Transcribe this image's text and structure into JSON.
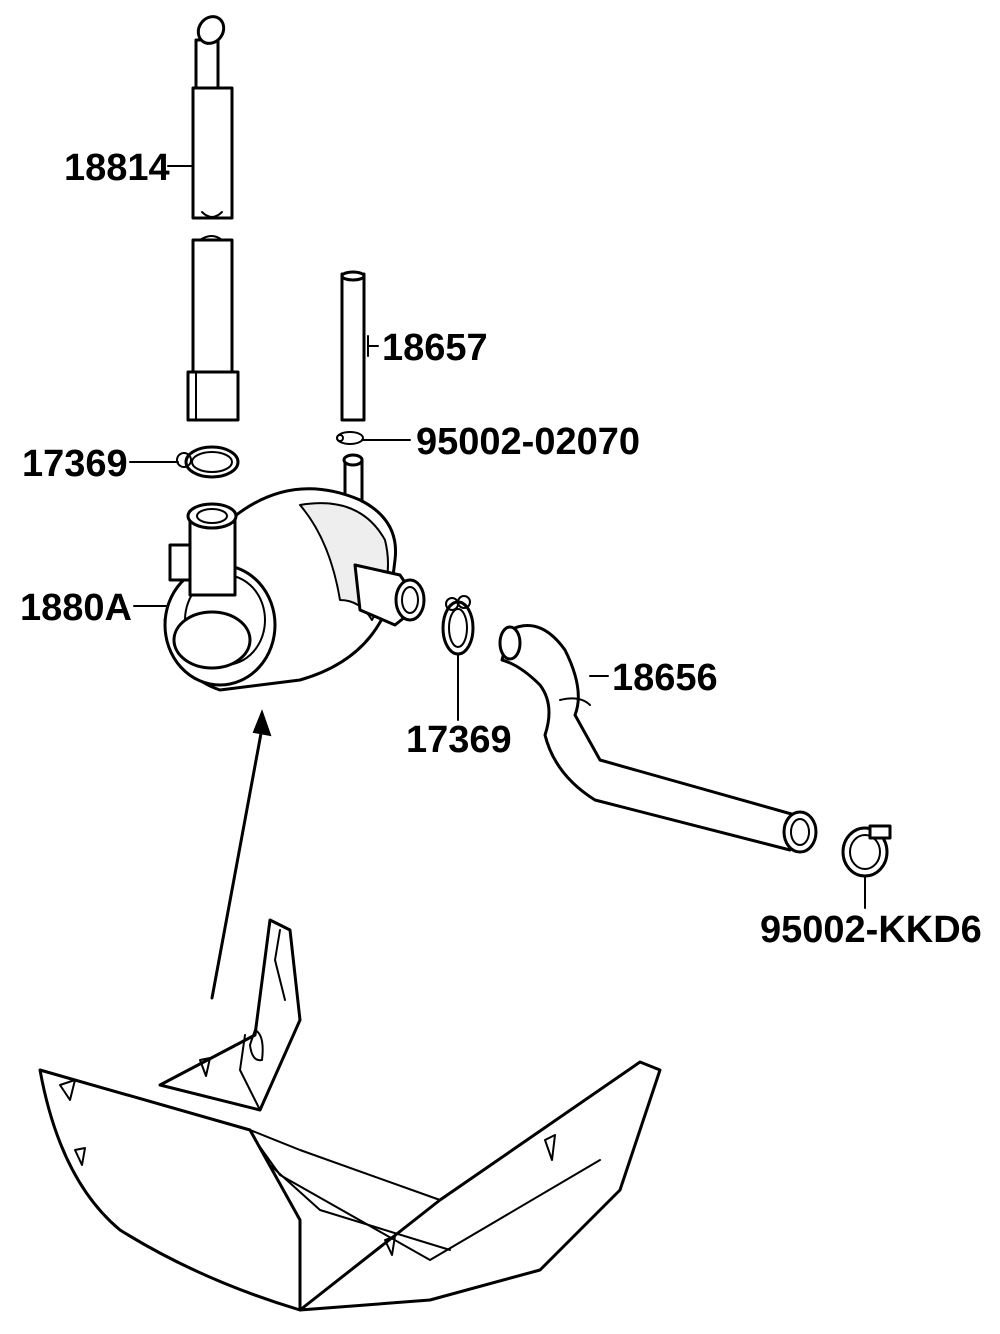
{
  "parts": [
    {
      "id": "p18814",
      "number": "18814"
    },
    {
      "id": "p18657",
      "number": "18657"
    },
    {
      "id": "p17369a",
      "number": "17369"
    },
    {
      "id": "p95002_02070",
      "number": "95002-02070"
    },
    {
      "id": "p1880A",
      "number": "1880A"
    },
    {
      "id": "p17369b",
      "number": "17369"
    },
    {
      "id": "p18656",
      "number": "18656"
    },
    {
      "id": "p95002_KKD6",
      "number": "95002-KKD6"
    }
  ]
}
